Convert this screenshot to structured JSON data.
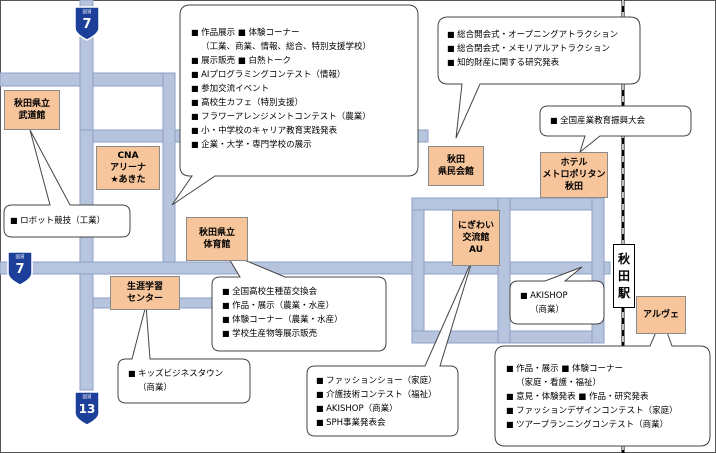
{
  "colors": {
    "road": "#b7c4dd",
    "road_edge": "#8ea0c4",
    "venue_fill": "#f7c59b",
    "shield_blue": "#1c3f9a"
  },
  "routes": [
    {
      "number": "7",
      "header": "国道"
    },
    {
      "number": "7",
      "header": "国道"
    },
    {
      "number": "13",
      "header": "国道"
    }
  ],
  "venues": {
    "budokan": [
      "秋田県立",
      "武道館"
    ],
    "cna_arena": [
      "CNA",
      "アリーナ",
      "★あきた"
    ],
    "taiikukan": [
      "秋田県立",
      "体育館"
    ],
    "shogai": [
      "生涯学習",
      "センター"
    ],
    "kenmin": [
      "秋田",
      "県民会館"
    ],
    "hotel": [
      "ホテル",
      "メトロポリタン",
      "秋田"
    ],
    "nigiwai": [
      "にぎわい",
      "交流館",
      "AU"
    ],
    "alve": [
      "アルヴェ"
    ]
  },
  "station": [
    "秋",
    "田",
    "駅"
  ],
  "callouts": {
    "cna": {
      "lines": [
        {
          "type": "item",
          "text": "作品展示 ■ 体験コーナー"
        },
        {
          "type": "sub",
          "text": "（工業、商業、情報、総合、特別支援学校）"
        },
        {
          "type": "item",
          "text": "展示販売 ■ 白熱トーク"
        },
        {
          "type": "item",
          "text": "AIプログラミングコンテスト（情報）"
        },
        {
          "type": "item",
          "text": "参加交流イベント"
        },
        {
          "type": "item",
          "text": "高校生カフェ（特別支援）"
        },
        {
          "type": "item",
          "text": "フラワーアレンジメントコンテスト（農業）"
        },
        {
          "type": "item",
          "text": "小・中学校のキャリア教育実践発表"
        },
        {
          "type": "item",
          "text": "企業・大学・専門学校の展示"
        }
      ]
    },
    "kenmin": {
      "lines": [
        {
          "type": "item",
          "text": "総合開会式・オープニングアトラクション"
        },
        {
          "type": "item",
          "text": "総合閉会式・メモリアルアトラクション"
        },
        {
          "type": "item",
          "text": "知的財産に関する研究発表"
        }
      ]
    },
    "hotel": {
      "lines": [
        {
          "type": "item",
          "text": "全国産業教育振興大会"
        }
      ]
    },
    "budokan": {
      "lines": [
        {
          "type": "item",
          "text": "ロボット競技（工業）"
        }
      ]
    },
    "taiikukan": {
      "lines": [
        {
          "type": "item",
          "text": "全国高校生種苗交換会"
        },
        {
          "type": "item",
          "text": "作品・展示（農業・水産）"
        },
        {
          "type": "item",
          "text": "体験コーナー（農業・水産）"
        },
        {
          "type": "item",
          "text": "学校生産物等展示販売"
        }
      ]
    },
    "shogai": {
      "lines": [
        {
          "type": "item",
          "text": "キッズビジネスタウン"
        },
        {
          "type": "sub",
          "text": "（商業）"
        }
      ]
    },
    "nigiwai": {
      "lines": [
        {
          "type": "item",
          "text": "ファッションショー（家庭）"
        },
        {
          "type": "item",
          "text": "介護技術コンテスト（福祉）"
        },
        {
          "type": "item",
          "text": "AKISHOP（商業）"
        },
        {
          "type": "item",
          "text": "SPH事業発表会"
        }
      ]
    },
    "akishop": {
      "lines": [
        {
          "type": "item",
          "text": "AKISHOP"
        },
        {
          "type": "sub",
          "text": "（商業）"
        }
      ]
    },
    "alve": {
      "lines": [
        {
          "type": "item",
          "text": "作品・展示 ■ 体験コーナー"
        },
        {
          "type": "sub",
          "text": "（家庭・看護・福祉）"
        },
        {
          "type": "item",
          "text": "意見・体験発表 ■ 作品・研究発表"
        },
        {
          "type": "item",
          "text": "ファッションデザインコンテスト（家庭）"
        },
        {
          "type": "item",
          "text": "ツアープランニングコンテスト（商業）"
        }
      ]
    }
  }
}
